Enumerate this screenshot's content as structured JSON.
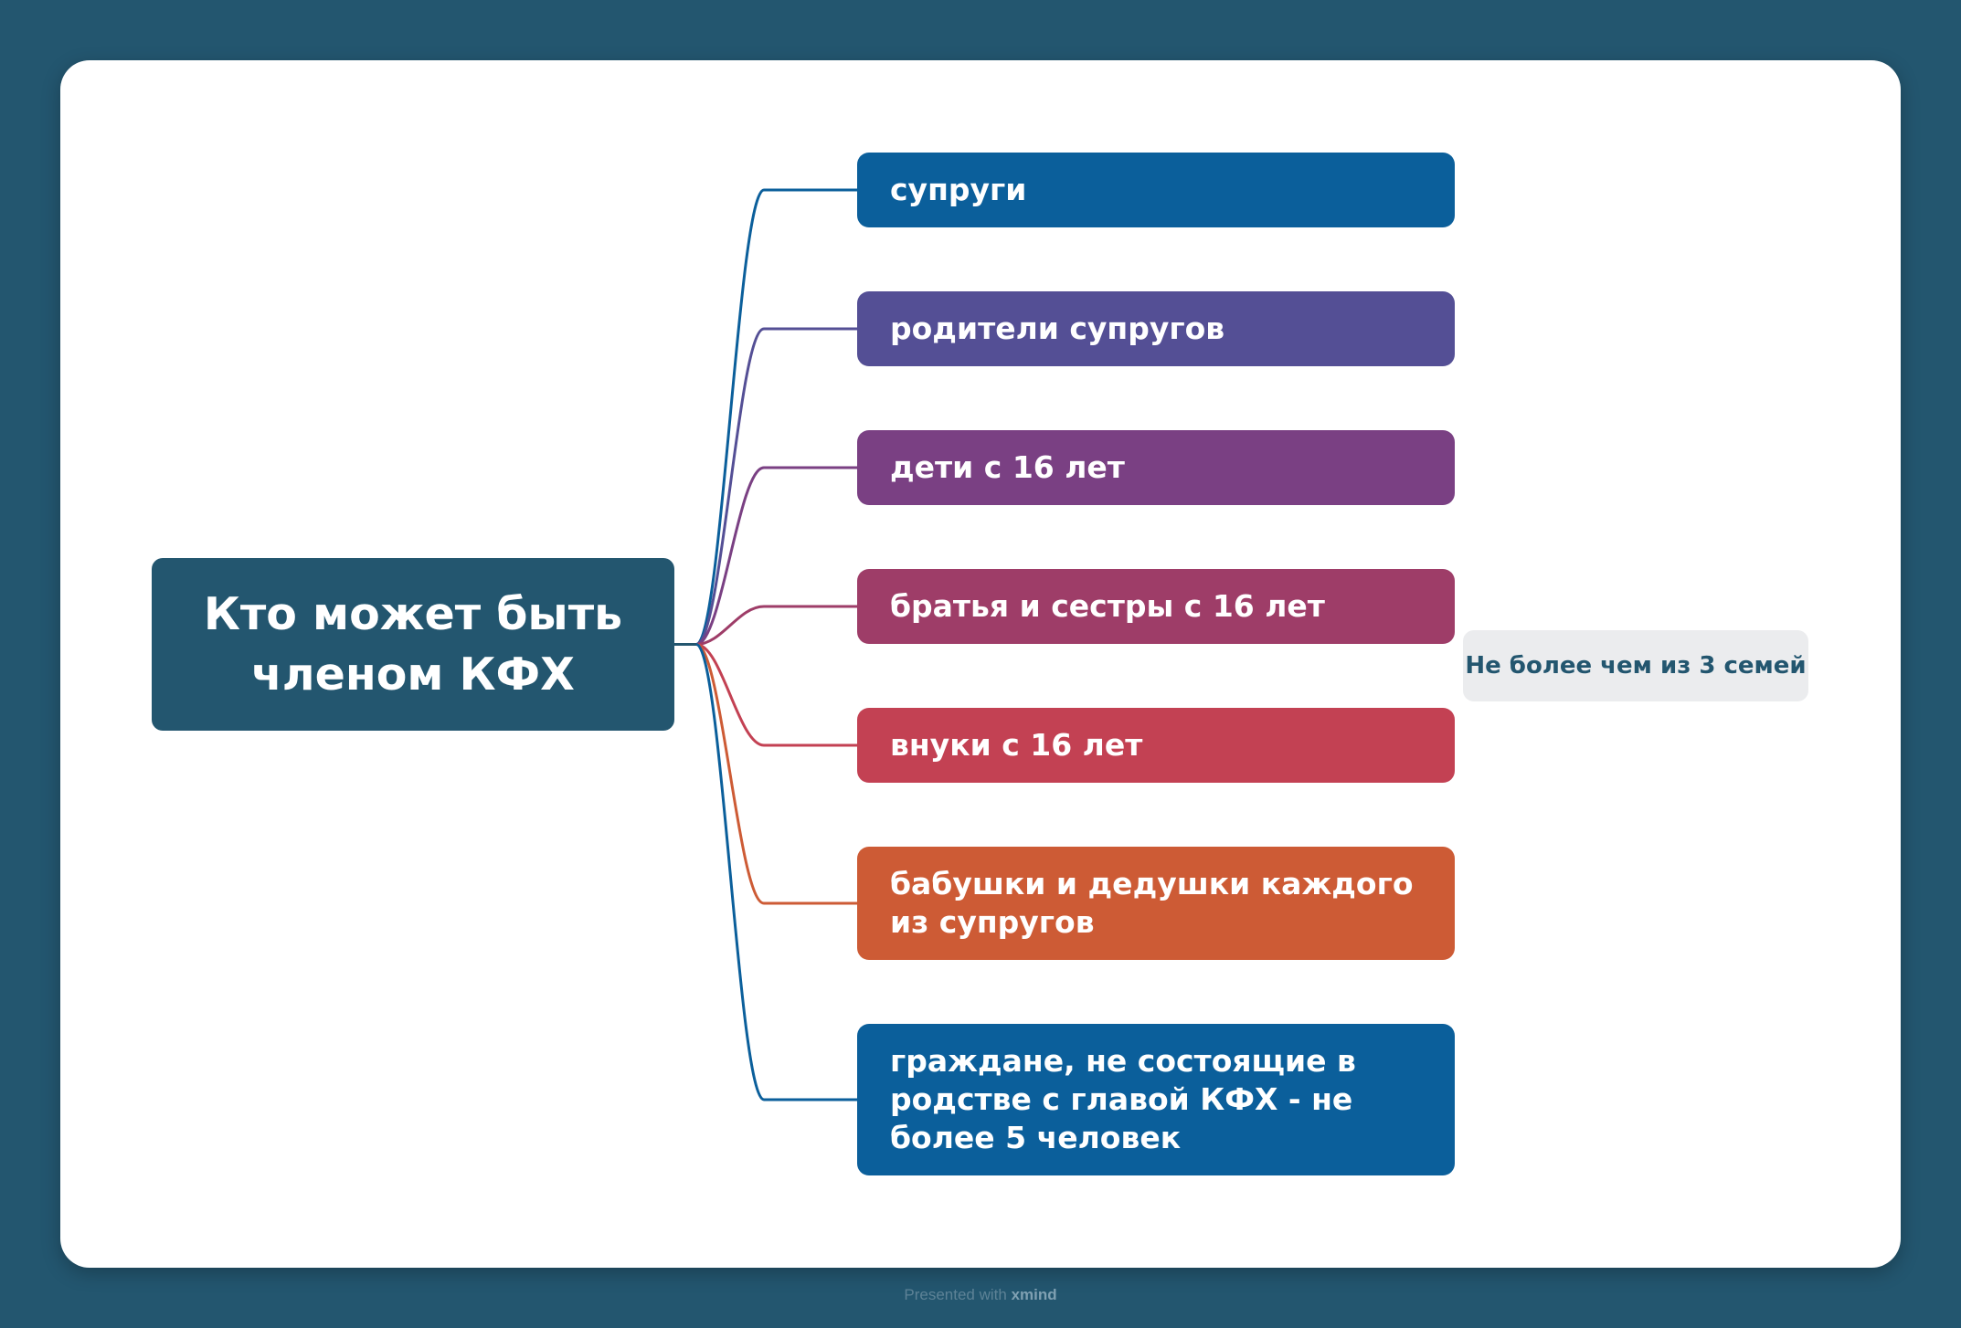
{
  "root": {
    "line1": "Кто может быть",
    "line2": "членом КФХ",
    "color": "#23566f"
  },
  "branches": [
    {
      "label": "супруги",
      "color": "#0b5f9b"
    },
    {
      "label": "родители супругов",
      "color": "#544f95"
    },
    {
      "label": "дети с 16 лет",
      "color": "#7a4083"
    },
    {
      "label": "братья и сестры с 16 лет",
      "color": "#9e3d68"
    },
    {
      "label": "внуки с 16 лет",
      "color": "#c34153"
    },
    {
      "label": "бабушки и дедушки каждого из супругов",
      "color": "#cd5b35"
    },
    {
      "label": "граждане, не состоящие в родстве с главой КФХ - не более 5 человек",
      "color": "#0b5f9b"
    }
  ],
  "summary": {
    "label": "Не более чем из 3 семей",
    "covers": [
      "братья и сестры с 16 лет",
      "внуки с 16 лет"
    ]
  },
  "footer": {
    "prefix": "Presented with ",
    "brand": "xmind"
  }
}
